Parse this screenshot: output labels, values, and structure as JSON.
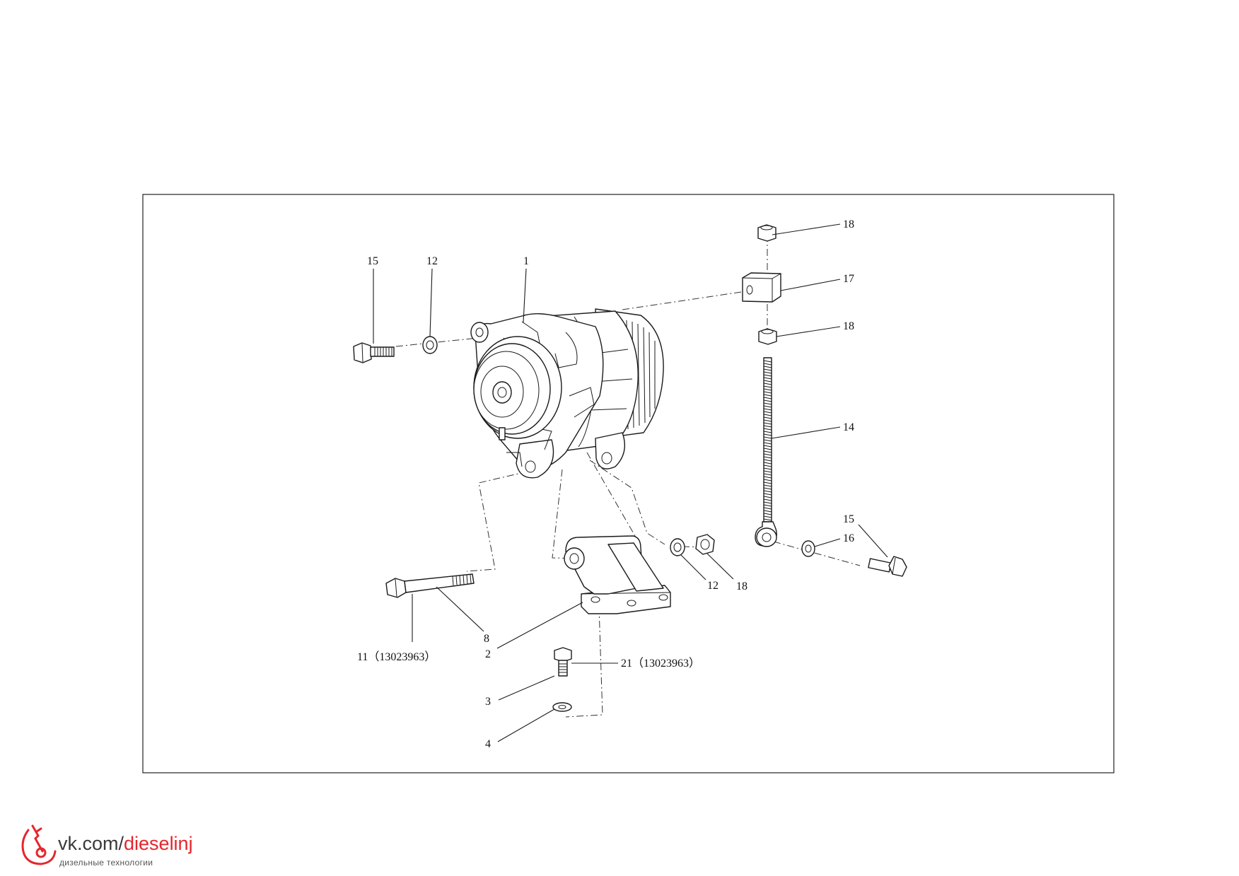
{
  "callouts": {
    "c15_top": "15",
    "c12_top": "12",
    "c1": "1",
    "c18_top": "18",
    "c17": "17",
    "c18_mid": "18",
    "c14": "14",
    "c15_right": "15",
    "c16": "16",
    "c12_bottom": "12",
    "c18_bottom": "18",
    "c8": "8",
    "c2": "2",
    "c11": "11（13023963）",
    "c21": "21（13023963）",
    "c3": "3",
    "c4": "4"
  },
  "watermark": {
    "site_prefix": "vk.com/",
    "site_accent": "dieselinj",
    "tagline": "дизельные технологии",
    "accent_color": "#e5262c",
    "icon": "injector-logo-icon"
  }
}
